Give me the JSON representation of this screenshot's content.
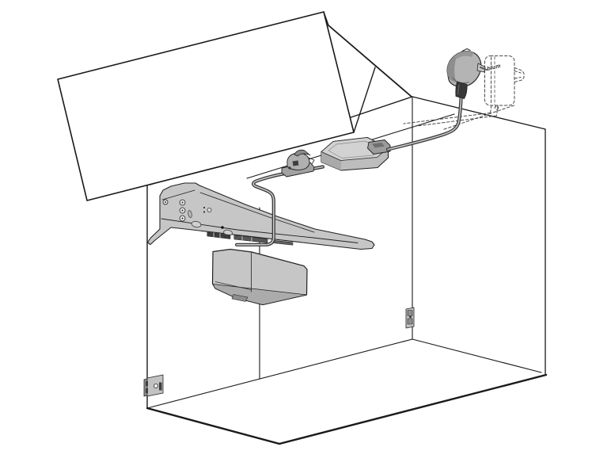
{
  "scene": {
    "background": "#ffffff",
    "line_color": "#1a1a1a",
    "brand_logo_text": "blum",
    "components": {
      "door_open_flap": {
        "name": "open-door-panel",
        "fill": "#ffffff"
      },
      "cabinet_carcass": {
        "name": "cabinet-carcass",
        "fill": "#ffffff"
      },
      "servo_drive_unit": {
        "name": "servo-drive-unit",
        "fill": "#c6c6c6",
        "connector_fill": "#3c3c3c",
        "connector2_fill": "#565656"
      },
      "cover_cap": {
        "name": "drive-cover-cap",
        "fill": "#c6c6c6",
        "underside_fill": "#ababab",
        "notch_fill": "#8d8d8d"
      },
      "power_supply_brick": {
        "name": "power-supply-unit",
        "top_fill": "#d2d2d2",
        "body_fill": "#bdbdbd",
        "side_fill": "#aaaaaa",
        "connector_fill": "#9c9c9c",
        "connector_detail_fill": "#6f6f6f"
      },
      "cable_clip": {
        "name": "cable-clip",
        "fill": "#b0b0b0",
        "base_fill": "#a2a2a2",
        "lever_fill": "#8a8a8a",
        "slot_fill": "#3f3f3f"
      },
      "mains_plug": {
        "name": "mains-plug",
        "fill": "#b4b4b4",
        "shade_fill": "#8e8e8e",
        "top_shade_fill": "#989898",
        "pin_fill": "#c9c9c9",
        "boot_fill": "#383838"
      },
      "wall_socket_unit": {
        "name": "plug-in-wall-socket-dashed",
        "stroke": "#4a4a4a"
      },
      "cable": {
        "name": "power-cable",
        "outer": "#3a3a3a",
        "inner": "#c9c9c9"
      },
      "hinge_plates": {
        "name": "hinge-mounting-plates",
        "fill": "#c2c2c2",
        "bracket_fill": "#8f8f8f",
        "slot_fill": "#3f3f3f"
      }
    }
  }
}
